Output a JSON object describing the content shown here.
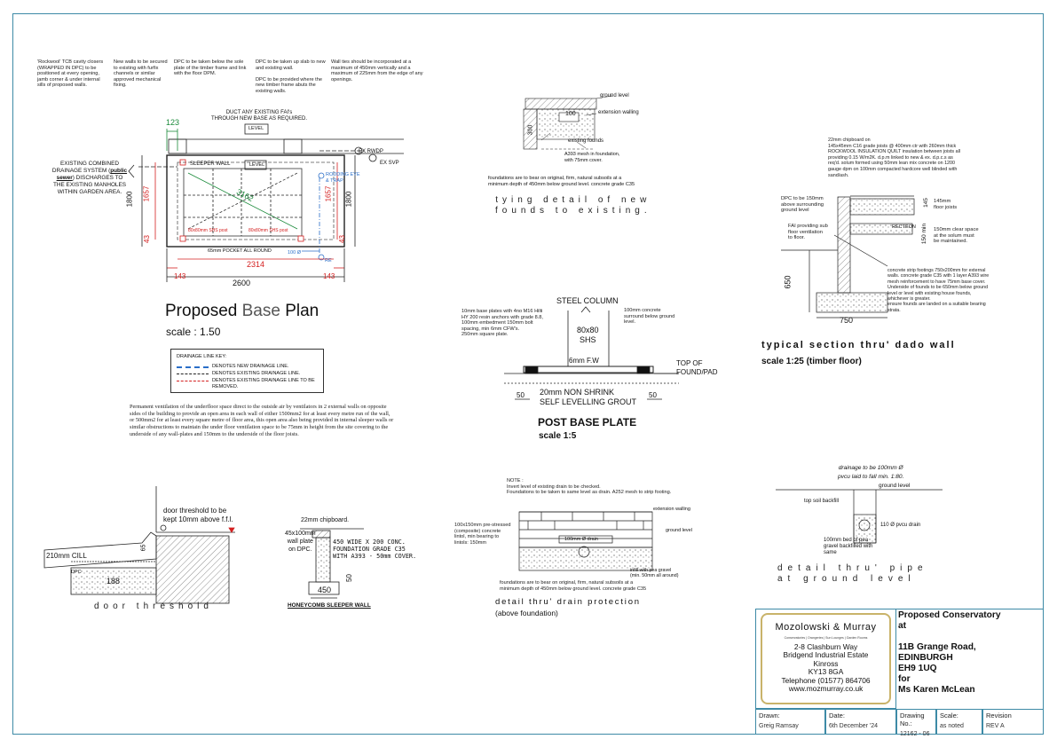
{
  "notes_top": [
    "'Rockwool' TCB cavity closers (WRAPPED IN DPC) to be positioned at every opening, jamb corner & under internal sills of proposed walls.",
    "New walls to be secured to existing with furfix channels or similar approved mechanical fixing.",
    "DPC to be taken below the sole plate of the timber frame and link with the floor DPM.",
    "DPC to be taken up slab to new and existing wall.\n\nDPC to be provided where the new timber frame abuts the existing walls.",
    "Wall ties should be incorporated at a maximum of 450mm vertically and a maximum of 225mm from the edge of any openings."
  ],
  "plan": {
    "duct_note": "DUCT ANY EXISTING FAI's\nTHROUGH NEW BASE AS REQUIRED.",
    "level1": "LEVEL",
    "level2": "LEVEL",
    "dim_top": "123",
    "sleeper_wall": "SLEEPER WALL",
    "diag": "3162",
    "shs1": "80x80mm SHS post",
    "shs2": "80x80mm SHS post",
    "pocket": "65mm POCKET ALL ROUND",
    "dim_2314": "2314",
    "dim_143a": "143",
    "dim_143b": "143",
    "dim_2600": "2600",
    "dim_1800a": "1800",
    "dim_1657a": "1657",
    "dim_43a": "43",
    "dim_1657b": "1657",
    "dim_1800b": "1800",
    "dim_43b": "43",
    "ex_rwdp": "EX RWDP",
    "ex_svp": "EX SVP",
    "rodding": "RODDING EYE\n& TRAP",
    "pipe_size": "100 Ø",
    "re": "RE",
    "drain_note_a": "EXISTING COMBINED\nDRAINAGE SYSTEM (",
    "drain_note_b": "public\nsewer",
    "drain_note_c": ") DISCHARGES TO\nTHE EXISTING MANHOLES\nWITHIN GARDEN AREA.",
    "title_a": "Proposed ",
    "title_b": "Base",
    "title_c": " Plan",
    "scale": "scale : 1.50"
  },
  "key": {
    "title": "DRAINAGE LINE KEY:",
    "l1": "DENOTES NEW DRAINAGE LINE.",
    "l2": "DENOTES EXISTING DRAINAGE LINE.",
    "l3": "DENOTES EXISTING DRAINAGE LINE TO BE REMOVED."
  },
  "ventilation": "Permanent ventilation of the underfloor space direct to the outside air by ventilators in 2 external walls on opposite sides of the building to provide an open area in each wall of either 1500mm2 for at least every metre run of the wall, or 500mm2 for at least every square metre of floor area, this open area also being provided in internal sleeper walls or similar obstructions to maintain the under floor ventilation space to be 75mm in height from the site covering to the underside of any wall-plates and 150mm to the underside of the floor joists.",
  "tying": {
    "ground": "ground level",
    "ext": "extension walling",
    "exist": "existing founds",
    "mesh": "A393 mesh in foundation,\nwith 75mm cover.",
    "dim1": "100",
    "dim2": "300",
    "found": "foundations are to bear on original, firm, natural subsoils at a\nminimum depth of 450mm below ground level. concrete grade C35",
    "title": "tying detail of new\nfounds to existing."
  },
  "base_plate": {
    "column": "STEEL COLUMN",
    "shs": "80x80\nSHS",
    "fw": "6mm F.W",
    "left_note": "10mm base plates with 4no M16 Hilti HY 200 resin anchors with grade 8.8, 100mm embedment 150mm bolt spacing, min 6mm CFW's.\n250mm square plate.",
    "right_note": "100mm concrete surround below ground level.",
    "top_found": "TOP OF\nFOUND/PAD",
    "dim50a": "50",
    "dim50b": "50",
    "grout": "20mm NON SHRINK\nSELF LEVELLING GROUT",
    "title": "POST BASE PLATE",
    "scale": "scale   1:5"
  },
  "dado": {
    "spec": "22mm chipboard on\n145x45mm C16 grade joists @ 400mm ctr with 260mm thick ROCKWOOL INSULATION QUILT insulation between joists all providing 0.15 W/m2K. d.p.m linked to new & ex. d.p.c.s as req'd. solum formed using 50mm lean mix concrete on 1200 gauge dpm on 100mm compacted hardcore well blinded with sand/ash.",
    "dpc": "DPC to be 150mm\nabove surrounding\nground level",
    "fai": "FAI providing sub\nfloor ventilation\nto floor.",
    "joists": "145mm\nfloor joists",
    "m145": "145",
    "m150": "150 min",
    "clear": "150mm clear space\nat the solum must\nbe maintained.",
    "rect": "RECTEON",
    "strip": "concrete strip footings 750x200mm for external walls. concrete grade C35 with 1 layer A393 wire mesh reinforcement to have 75mm base cover.\nUnderside of founds to be 650mm below ground level or level with existing house founds, whichever is greater.\nensure founds are landed on a suitable bearing strata.",
    "d650": "650",
    "d750": "750",
    "title": "typical section thru' dado wall",
    "scale": "scale  1:25      (timber floor)"
  },
  "door": {
    "note": "door threshold to be\nkept 10mm above f.f.l.",
    "cill": "210mm CILL",
    "d65": "65",
    "d188": "188",
    "dpc": "DPC",
    "title": "door threshold"
  },
  "sleeper": {
    "chip": "22mm chipboard.",
    "plate": "45x100mm\nwall plate\non DPC.",
    "found": "450 WIDE X 200 CONC.\nFOUNDATION GRADE C35\nWITH A393 - 50mm COVER.",
    "d450": "450",
    "d50": "50",
    "title": "HONEYCOMB SLEEPER WALL"
  },
  "drain_prot": {
    "note": "NOTE :\nInvert level of existing drain to be checked.\nFoundations to be taken to same level as drain. A252 mesh to strip footing.",
    "lintol": "100x150mm pre-stressed\n(composite) concrete\nlintol, min bearing to\nlintols: 150mm",
    "ext": "extension walling",
    "ground": "ground level",
    "drain": "100mm Ø drain",
    "infill": "infill with pea gravel\n(min. 50mm all around)",
    "found": "foundations are to bear on original, firm, natural subsoils at a\nminimum depth of 450mm below ground level. concrete grade C35",
    "title": "detail thru' drain protection",
    "sub": "(above foundation)"
  },
  "pipe": {
    "top": "drainage to be 100mm Ø\npvcu laid to fall min. 1:80.",
    "ground": "ground level",
    "topsoil": "top soil backfill",
    "pvcu": "110 Ø pvcu drain",
    "bed": "100mm bed of pea\ngravel backfilled with\nsame",
    "title": "detail thru' pipe\nat ground level"
  },
  "title_block": {
    "company": "Mozolowski & Murray",
    "tagline": "Conservatories | Orangeries | Sun Lounges | Garden Rooms",
    "address": "2-8 Clashburn Way\nBridgend Industrial Estate\nKinross\nKY13 8GA\nTelephone (01577) 864706\nwww.mozmurray.co.uk",
    "project": "Proposed Conservatory\nat\n\n11B Grange Road,\nEDINBURGH\nEH9 1UQ\nfor\nMs Karen McLean",
    "drawn_label": "Drawn:",
    "drawn": "Greig Ramsay",
    "date_label": "Date:",
    "date": "6th December '24",
    "drawing_label": "Drawing No.:",
    "drawing": "12162 - 06",
    "scale_label": "Scale:",
    "scale": "as noted",
    "rev_label": "Revision",
    "rev": "REV A"
  },
  "colors": {
    "border": "#3d8aa6",
    "red": "#d42020",
    "green": "#1a8a3a",
    "blue": "#2a6ec8",
    "brand_border": "#c9b36a"
  }
}
